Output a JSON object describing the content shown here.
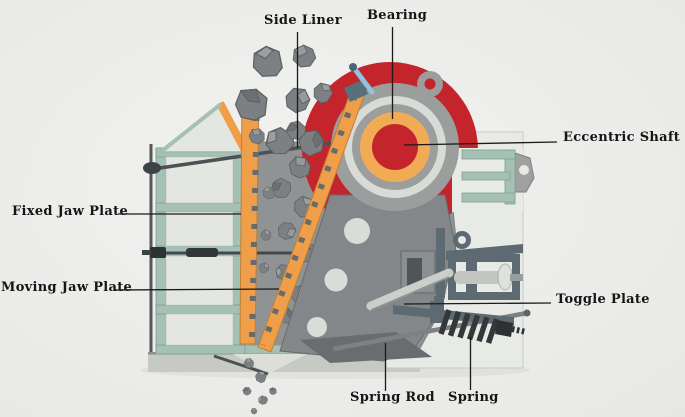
{
  "labels": {
    "side_liner": "Side Liner",
    "bearing": "Bearing",
    "eccentric_shaft": "Eccentric Shaft",
    "fixed_jaw_plate": "Fixed Jaw Plate",
    "moving_jaw_plate": "Moving Jaw Plate",
    "toggle_plate": "Toggle Plate",
    "spring_rod": "Spring Rod",
    "spring": "Spring"
  },
  "colors": {
    "background": "#ecedea",
    "flywheel_red": "#c4242b",
    "bearing_orange": "#f2ab55",
    "jaw_plate_orange": "#ef9e49",
    "frame_teal": "#a5c1b5",
    "housing_gray": "#9b9e9d",
    "pitman_gray": "#84878a",
    "toggle_dark": "#5e6a71",
    "rock_gray": "#7d8082",
    "label_text": "#151515"
  }
}
